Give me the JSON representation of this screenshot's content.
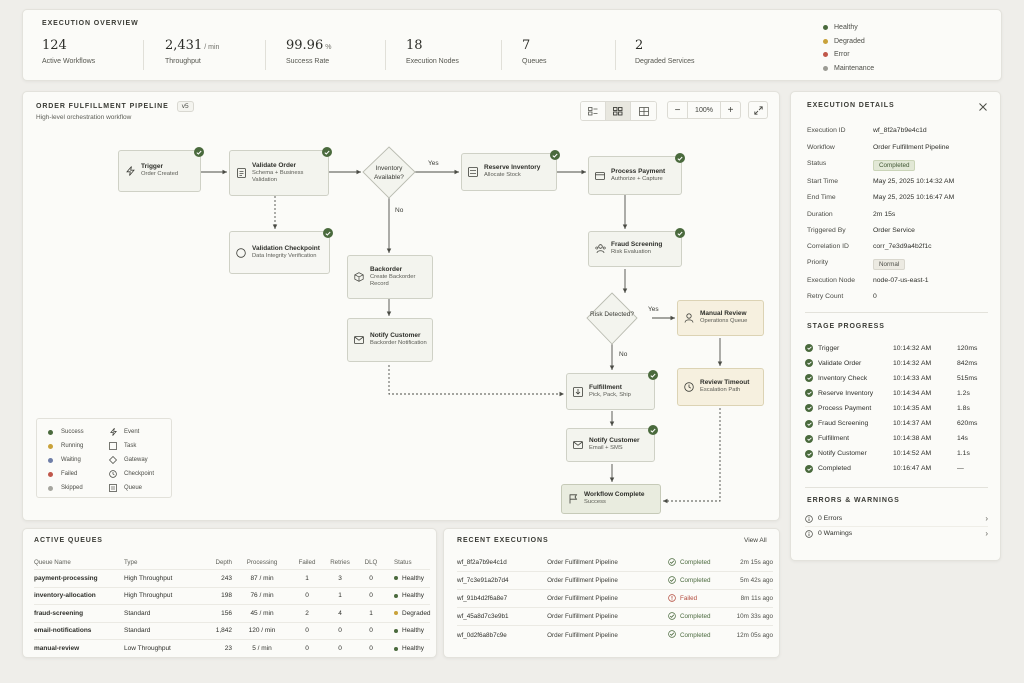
{
  "overview": {
    "title": "EXECUTION OVERVIEW",
    "metrics": [
      {
        "value": "124",
        "unit": "",
        "label": "Active Workflows"
      },
      {
        "value": "2,431",
        "unit": "/ min",
        "label": "Throughput"
      },
      {
        "value": "99.96",
        "unit": "%",
        "label": "Success Rate"
      },
      {
        "value": "18",
        "unit": "",
        "label": "Execution Nodes"
      },
      {
        "value": "7",
        "unit": "",
        "label": "Queues"
      },
      {
        "value": "2",
        "unit": "",
        "label": "Degraded Services"
      }
    ],
    "legend": [
      {
        "label": "Healthy",
        "color": "#4a6a3d"
      },
      {
        "label": "Degraded",
        "color": "#c9a23a"
      },
      {
        "label": "Error",
        "color": "#c0574a"
      },
      {
        "label": "Maintenance",
        "color": "#9b9b94"
      }
    ]
  },
  "pipeline": {
    "title": "ORDER FULFILLMENT PIPELINE",
    "version": "v5",
    "subtitle": "High-level orchestration workflow",
    "zoom": "100%",
    "zoom_minus": "−",
    "zoom_plus": "+",
    "nodes": {
      "trigger": {
        "title": "Trigger",
        "sub": "Order Created",
        "icon": "bolt-icon"
      },
      "validate": {
        "title": "Validate Order",
        "sub": "Schema + Business Validation",
        "icon": "doc-icon"
      },
      "inventory": {
        "title": "Inventory Available?"
      },
      "reserve": {
        "title": "Reserve Inventory",
        "sub": "Allocate Stock",
        "icon": "queue-icon"
      },
      "payment": {
        "title": "Process Payment",
        "sub": "Authorize + Capture",
        "icon": "card-icon"
      },
      "checkpoint": {
        "title": "Validation Checkpoint",
        "sub": "Data Integrity Verification",
        "icon": "circle-icon"
      },
      "backorder": {
        "title": "Backorder",
        "sub": "Create Backorder Record",
        "icon": "box-icon"
      },
      "notify_backorder": {
        "title": "Notify Customer",
        "sub": "Backorder Notification",
        "icon": "mail-icon"
      },
      "fraud": {
        "title": "Fraud Screening",
        "sub": "Risk Evaluation",
        "icon": "people-icon"
      },
      "risk": {
        "title": "Risk Detected?"
      },
      "manual": {
        "title": "Manual Review",
        "sub": "Operations Queue",
        "icon": "person-icon"
      },
      "timeout": {
        "title": "Review Timeout",
        "sub": "Escalation Path",
        "icon": "clock-icon"
      },
      "fulfillment": {
        "title": "Fulfillment",
        "sub": "Pick, Pack, Ship",
        "icon": "box-in-icon"
      },
      "notify": {
        "title": "Notify Customer",
        "sub": "Email + SMS",
        "icon": "mail-icon"
      },
      "complete": {
        "title": "Workflow Complete",
        "sub": "Success",
        "icon": "flag-icon"
      }
    },
    "edge_labels": {
      "yes1": "Yes",
      "no1": "No",
      "yes2": "Yes",
      "no2": "No"
    },
    "legend": {
      "states": [
        {
          "label": "Success",
          "color": "#4a6a3d"
        },
        {
          "label": "Running",
          "color": "#c9a23a"
        },
        {
          "label": "Waiting",
          "color": "#6f7fa8"
        },
        {
          "label": "Failed",
          "color": "#c0574a"
        },
        {
          "label": "Skipped",
          "color": "#a6a69f"
        }
      ],
      "types": [
        {
          "label": "Event",
          "icon": "bolt-icon"
        },
        {
          "label": "Task",
          "icon": "square-icon"
        },
        {
          "label": "Gateway",
          "icon": "diamond-icon"
        },
        {
          "label": "Checkpoint",
          "icon": "clock-icon"
        },
        {
          "label": "Queue",
          "icon": "queue-icon"
        }
      ]
    }
  },
  "details": {
    "title": "EXECUTION DETAILS",
    "fields": [
      {
        "key": "Execution ID",
        "value": "wf_8f2a7b9e4c1d"
      },
      {
        "key": "Workflow",
        "value": "Order Fulfillment Pipeline"
      },
      {
        "key": "Status",
        "value": "Completed",
        "pill": "green"
      },
      {
        "key": "Start Time",
        "value": "May 25, 2025 10:14:32 AM"
      },
      {
        "key": "End Time",
        "value": "May 25, 2025 10:16:47 AM"
      },
      {
        "key": "Duration",
        "value": "2m 15s"
      },
      {
        "key": "Triggered By",
        "value": "Order Service"
      },
      {
        "key": "Correlation ID",
        "value": "corr_7e3d9a4b2f1c"
      },
      {
        "key": "Priority",
        "value": "Normal",
        "pill": "gray"
      },
      {
        "key": "Execution Node",
        "value": "node-07-us-east-1"
      },
      {
        "key": "Retry Count",
        "value": "0"
      }
    ],
    "stage_title": "STAGE PROGRESS",
    "stages": [
      {
        "name": "Trigger",
        "time": "10:14:32 AM",
        "dur": "120ms"
      },
      {
        "name": "Validate Order",
        "time": "10:14:32 AM",
        "dur": "842ms"
      },
      {
        "name": "Inventory Check",
        "time": "10:14:33 AM",
        "dur": "515ms"
      },
      {
        "name": "Reserve Inventory",
        "time": "10:14:34 AM",
        "dur": "1.2s"
      },
      {
        "name": "Process Payment",
        "time": "10:14:35 AM",
        "dur": "1.8s"
      },
      {
        "name": "Fraud Screening",
        "time": "10:14:37 AM",
        "dur": "620ms"
      },
      {
        "name": "Fulfillment",
        "time": "10:14:38 AM",
        "dur": "14s"
      },
      {
        "name": "Notify Customer",
        "time": "10:14:52 AM",
        "dur": "1.1s"
      },
      {
        "name": "Completed",
        "time": "10:16:47 AM",
        "dur": "—"
      }
    ],
    "errors_title": "ERRORS & WARNINGS",
    "errors": [
      {
        "label": "0 Errors"
      },
      {
        "label": "0 Warnings"
      }
    ]
  },
  "queues": {
    "title": "ACTIVE QUEUES",
    "headers": [
      "Queue Name",
      "Type",
      "Depth",
      "Processing",
      "Failed",
      "Retries",
      "DLQ",
      "Status"
    ],
    "rows": [
      {
        "name": "payment-processing",
        "type": "High Throughput",
        "depth": "243",
        "processing": "87 / min",
        "failed": "1",
        "retries": "3",
        "dlq": "0",
        "status": "Healthy",
        "color": "#4a6a3d"
      },
      {
        "name": "inventory-allocation",
        "type": "High Throughput",
        "depth": "198",
        "processing": "76 / min",
        "failed": "0",
        "retries": "1",
        "dlq": "0",
        "status": "Healthy",
        "color": "#4a6a3d"
      },
      {
        "name": "fraud-screening",
        "type": "Standard",
        "depth": "156",
        "processing": "45 / min",
        "failed": "2",
        "retries": "4",
        "dlq": "1",
        "status": "Degraded",
        "color": "#c9a23a"
      },
      {
        "name": "email-notifications",
        "type": "Standard",
        "depth": "1,842",
        "processing": "120 / min",
        "failed": "0",
        "retries": "0",
        "dlq": "0",
        "status": "Healthy",
        "color": "#4a6a3d"
      },
      {
        "name": "manual-review",
        "type": "Low Throughput",
        "depth": "23",
        "processing": "5 / min",
        "failed": "0",
        "retries": "0",
        "dlq": "0",
        "status": "Healthy",
        "color": "#4a6a3d"
      }
    ]
  },
  "executions": {
    "title": "RECENT EXECUTIONS",
    "view_all": "View All",
    "rows": [
      {
        "id": "wf_8f2a7b9e4c1d",
        "workflow": "Order Fulfillment Pipeline",
        "status": "Completed",
        "ok": true,
        "ago": "2m 15s ago"
      },
      {
        "id": "wf_7c3e91a2b7d4",
        "workflow": "Order Fulfillment Pipeline",
        "status": "Completed",
        "ok": true,
        "ago": "5m 42s ago"
      },
      {
        "id": "wf_91b4d2f6a8e7",
        "workflow": "Order Fulfillment Pipeline",
        "status": "Failed",
        "ok": false,
        "ago": "8m 11s ago"
      },
      {
        "id": "wf_45a8d7c3e9b1",
        "workflow": "Order Fulfillment Pipeline",
        "status": "Completed",
        "ok": true,
        "ago": "10m 33s ago"
      },
      {
        "id": "wf_0d2f6a8b7c9e",
        "workflow": "Order Fulfillment Pipeline",
        "status": "Completed",
        "ok": true,
        "ago": "12m 05s ago"
      }
    ]
  }
}
